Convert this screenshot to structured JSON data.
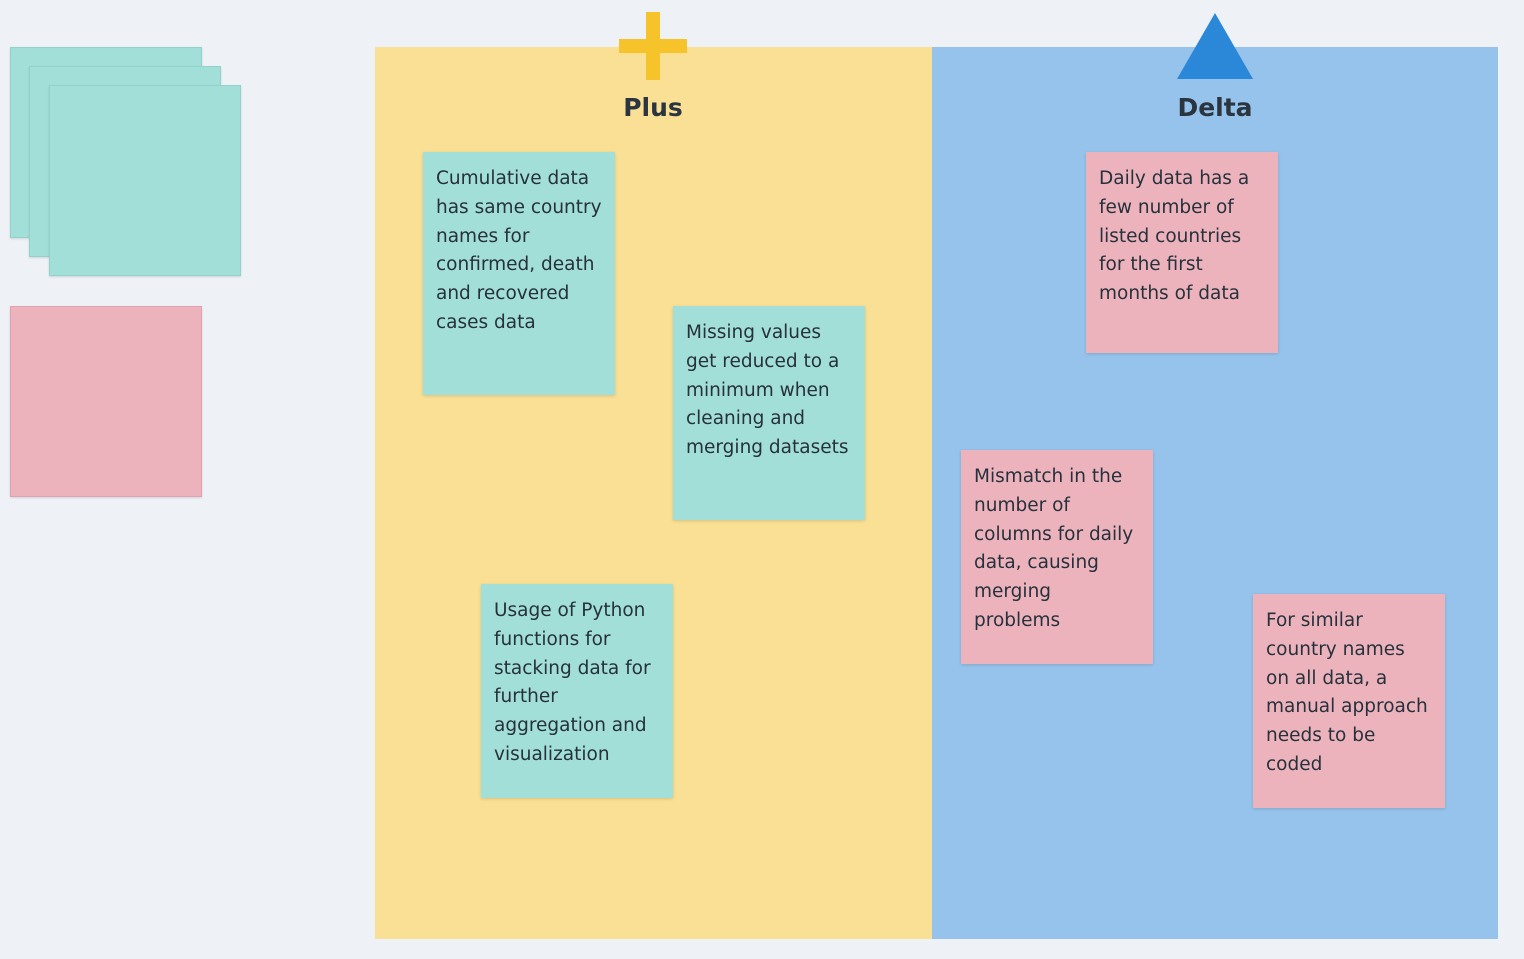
{
  "colors": {
    "canvas_bg": "#eef2f6",
    "plus_column": "#f9e094",
    "delta_column": "#95c3eb",
    "teal_sticky": "#a3dfd9",
    "pink_sticky": "#ecb3bd",
    "plus_icon": "#f6c32a",
    "delta_icon": "#2b87d8"
  },
  "palette": {
    "teal_stack_icon": "sticky-note-stack-teal",
    "pink_note_icon": "sticky-note-pink"
  },
  "columns": {
    "plus": {
      "title": "Plus",
      "icon": "plus-icon",
      "notes": [
        "Cumulative data has same country names for confirmed, death and recovered cases data",
        "Missing values get reduced to a minimum when cleaning and merging datasets",
        "Usage of Python functions for stacking data for further aggregation and visualization"
      ]
    },
    "delta": {
      "title": "Delta",
      "icon": "triangle-icon",
      "notes": [
        "Daily data has a few number of listed countries for the first months of data",
        "Mismatch in the number of columns for daily data, causing merging problems",
        "For similar country names on all data, a manual approach needs to be coded"
      ]
    }
  }
}
